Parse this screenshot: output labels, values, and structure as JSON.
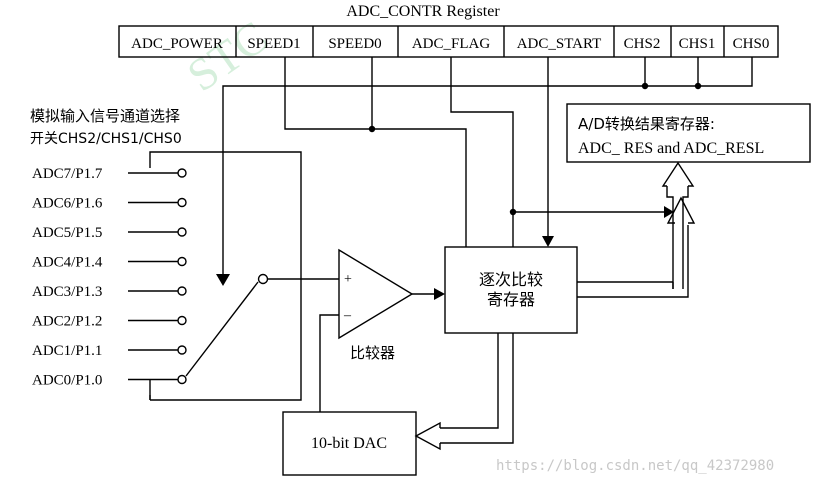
{
  "register": {
    "title": "ADC_CONTR Register",
    "bits": [
      "ADC_POWER",
      "SPEED1",
      "SPEED0",
      "ADC_FLAG",
      "ADC_START",
      "CHS2",
      "CHS1",
      "CHS0"
    ]
  },
  "channel_selector": {
    "label_line1": "模拟输入信号通道选择",
    "label_line2": "开关CHS2/CHS1/CHS0",
    "channels": [
      "ADC7/P1.7",
      "ADC6/P1.6",
      "ADC5/P1.5",
      "ADC4/P1.4",
      "ADC3/P1.3",
      "ADC2/P1.2",
      "ADC1/P1.1",
      "ADC0/P1.0"
    ]
  },
  "result_register": {
    "line1": "A/D转换结果寄存器:",
    "line2": "ADC_ RES and ADC_RESL"
  },
  "comparator": {
    "plus": "+",
    "minus": "–",
    "label": "比较器"
  },
  "sar": {
    "line1": "逐次比较",
    "line2": "寄存器"
  },
  "dac": {
    "label": "10-bit DAC"
  },
  "watermark": {
    "url": "https://blog.csdn.net/qq_42372980",
    "logo": "STC"
  }
}
